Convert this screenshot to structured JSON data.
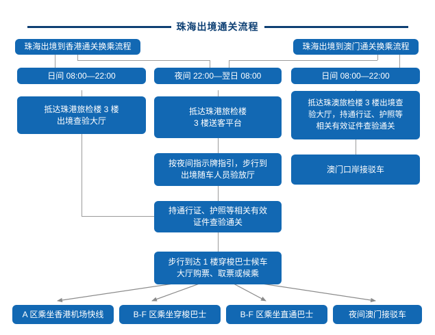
{
  "header": {
    "title": "珠海出境通关流程"
  },
  "flow": {
    "branches": [
      {
        "id": "hongkong",
        "label": "珠海出境到香港通关换乘流程"
      },
      {
        "id": "macau",
        "label": "珠海出境到澳门通关换乘流程"
      }
    ],
    "time_windows": [
      {
        "id": "hk-day",
        "label": "日间 08:00—22:00"
      },
      {
        "id": "hk-night",
        "label": "夜间 22:00—翌日 08:00"
      },
      {
        "id": "mo-day",
        "label": "日间 08:00—22:00"
      }
    ],
    "steps": [
      {
        "id": "hk-day-arrive",
        "label": "抵达珠港旅检楼 3 楼\n出境查验大厅"
      },
      {
        "id": "hk-night-arrive",
        "label": "抵达珠港旅检楼\n3 楼送客平台"
      },
      {
        "id": "mo-day-arrive",
        "label": "抵达珠澳旅检楼 3 楼出境查\n验大厅，持通行证、护照等\n相关有效证件查验通关"
      },
      {
        "id": "hk-night-walk",
        "label": "按夜间指示牌指引，步行到\n出境随车人员验放厅"
      },
      {
        "id": "mo-shuttle",
        "label": "澳门口岸接驳车"
      },
      {
        "id": "hk-night-inspect",
        "label": "持通行证、护照等相关有效\n证件查验通关"
      },
      {
        "id": "shuttle-hall",
        "label": "步行到达 1 楼穿梭巴士候车\n大厅购票、取票或候乘"
      }
    ],
    "destinations": [
      {
        "id": "dest-a",
        "label": "A 区乘坐香港机场快线"
      },
      {
        "id": "dest-b",
        "label": "B-F 区乘坐穿梭巴士"
      },
      {
        "id": "dest-c",
        "label": "B-F 区乘坐直通巴士"
      },
      {
        "id": "dest-d",
        "label": "夜间澳门接驳车"
      }
    ]
  },
  "colors": {
    "box_fill": "#1268b3",
    "title": "#0d3f73",
    "connector": "#9a9a9a"
  }
}
